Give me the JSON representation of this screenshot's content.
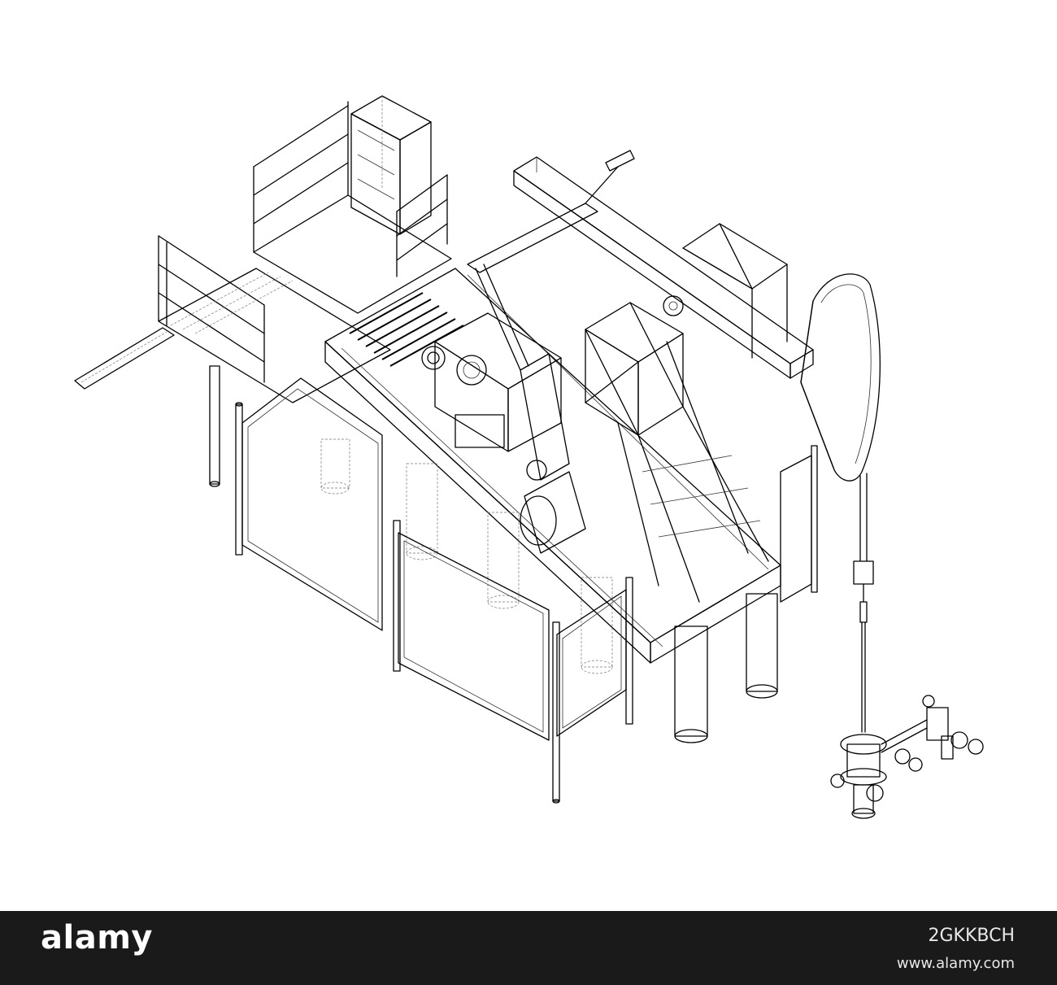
{
  "footer": {
    "logo": "alamy",
    "image_id": "2GKKBCH",
    "url": "www.alamy.com"
  },
  "colors": {
    "background": "#ffffff",
    "line": "#000000",
    "footer": "#1a1a1a",
    "footer_text": "#ffffff"
  }
}
